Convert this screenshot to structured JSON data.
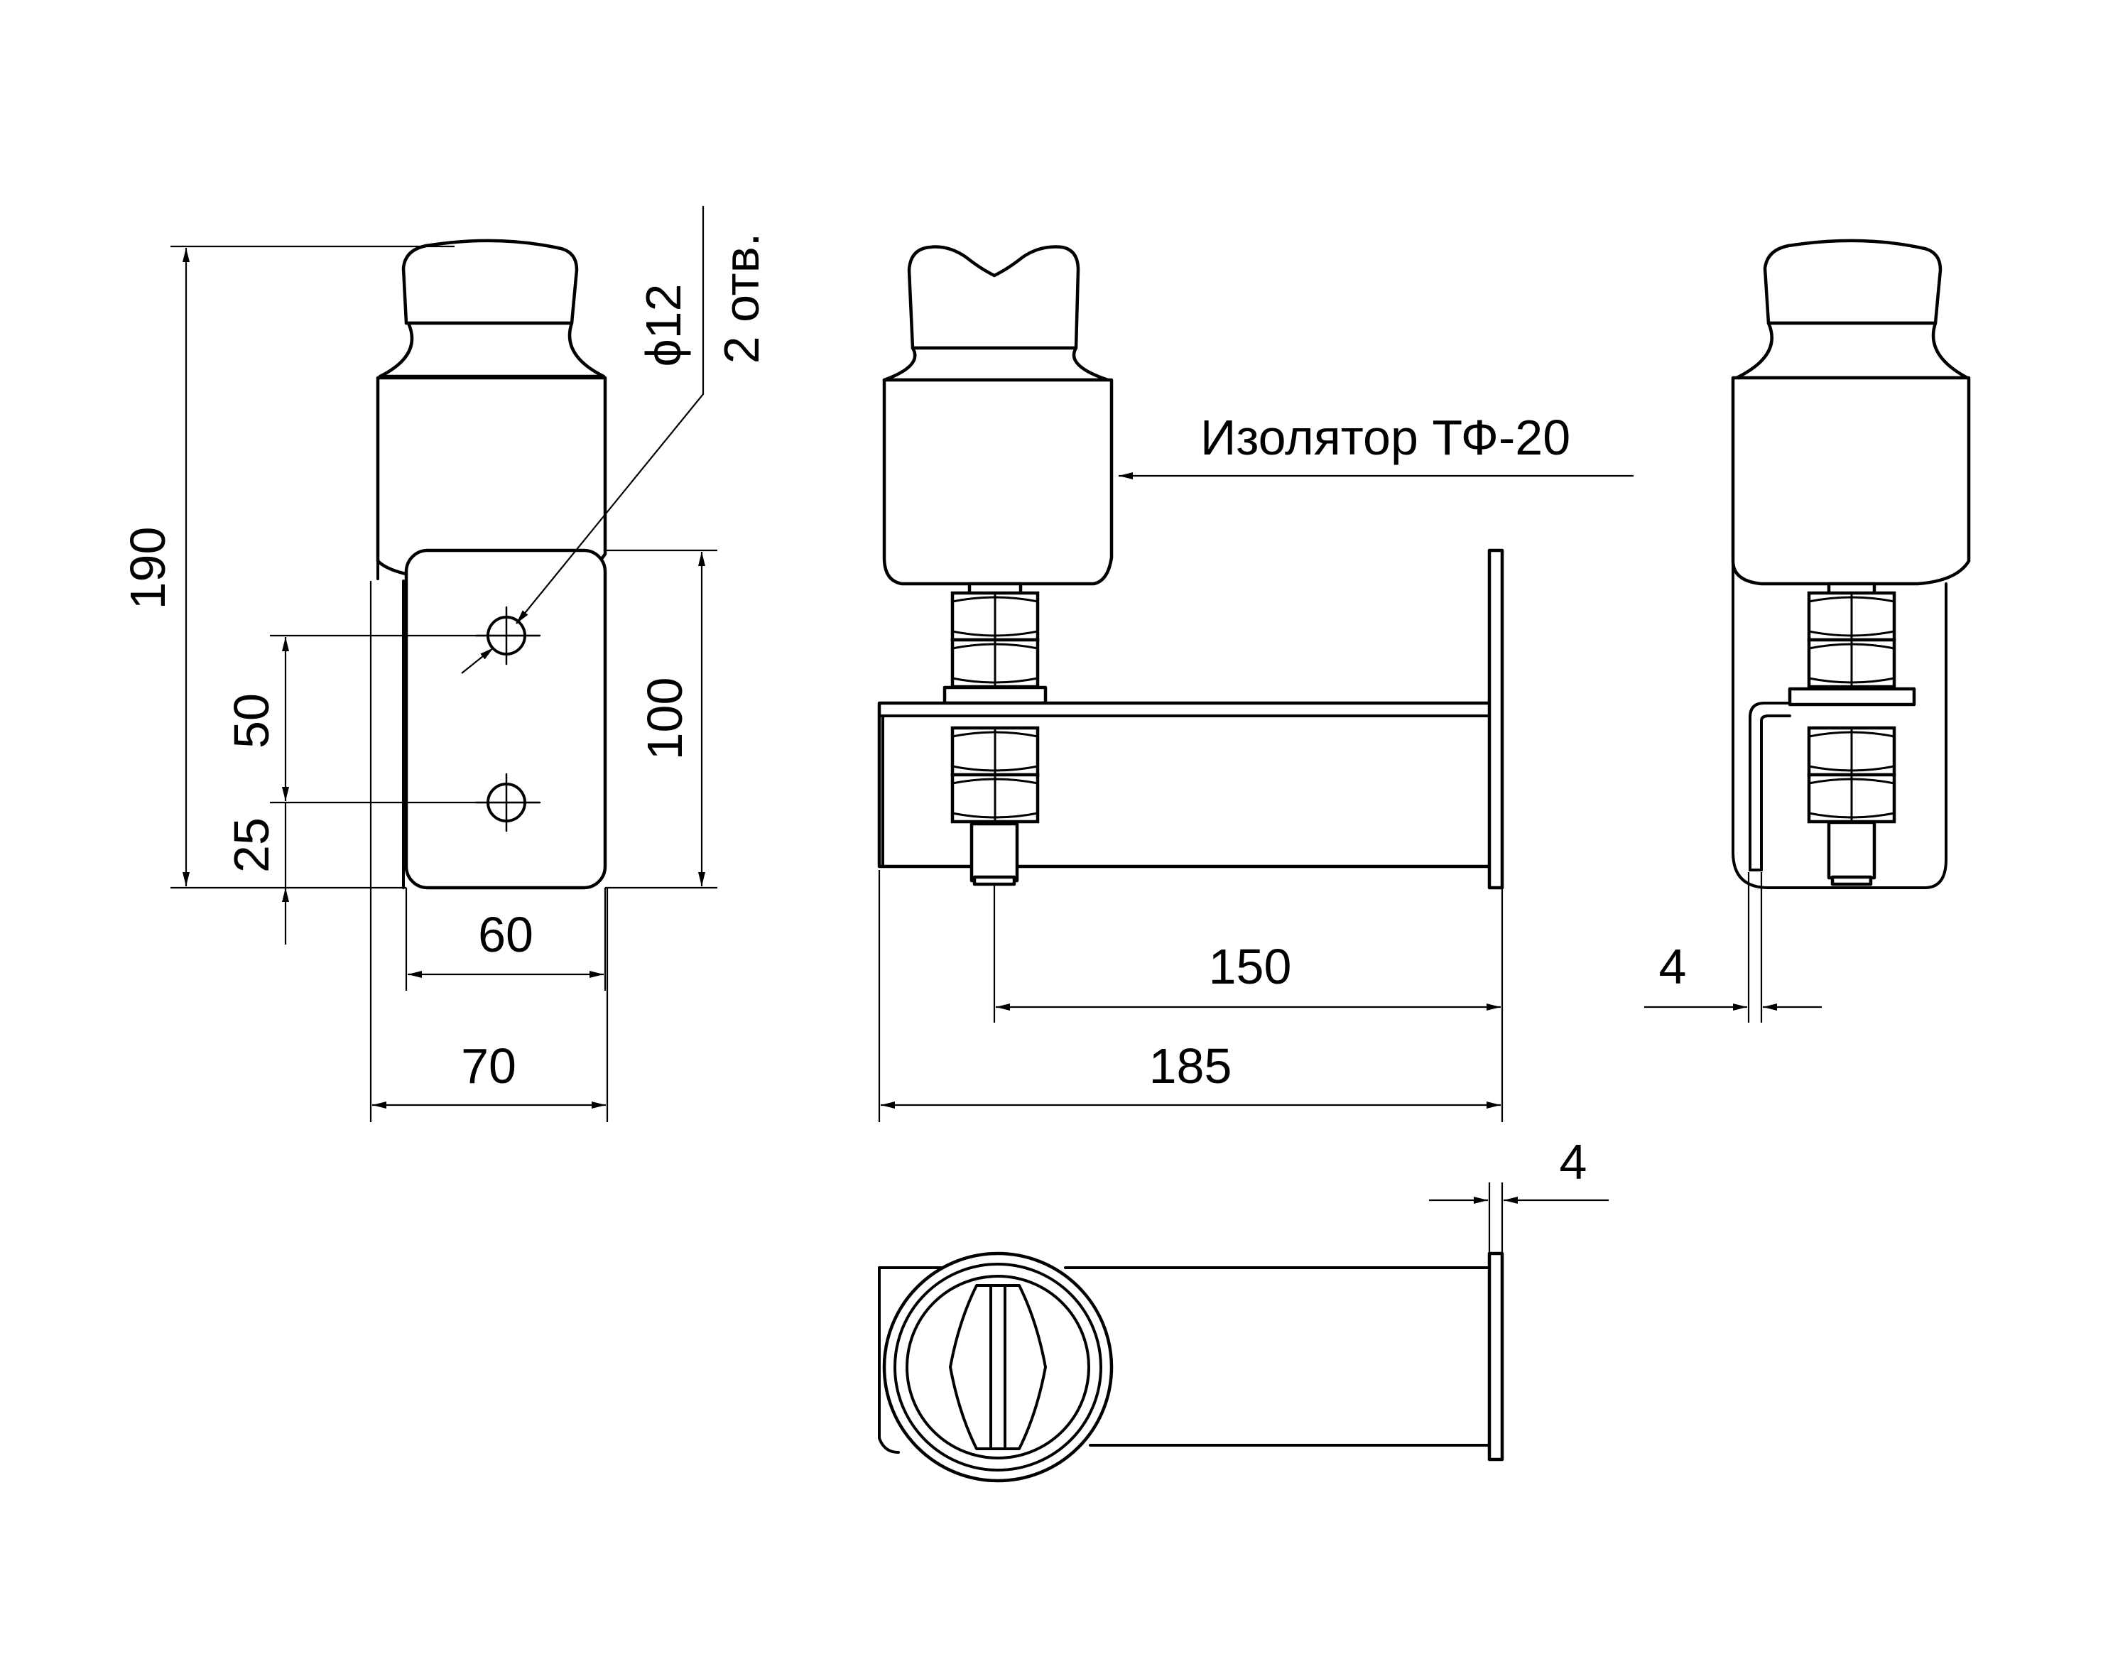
{
  "title": "",
  "labels": {
    "insulator": "Изолятор ТФ-20",
    "hole_diameter": "ϕ12",
    "holes_count": "2 отв."
  },
  "dimensions": {
    "height_total": "190",
    "hole_spacing": "50",
    "hole_offset": "25",
    "plate_height": "100",
    "plate_width_inner": "60",
    "plate_width_outer": "70",
    "bracket_to_stud": "150",
    "bracket_length": "185",
    "thickness_side": "4",
    "thickness_top": "4"
  },
  "colors": {
    "line": "#000000",
    "background": "#ffffff"
  }
}
